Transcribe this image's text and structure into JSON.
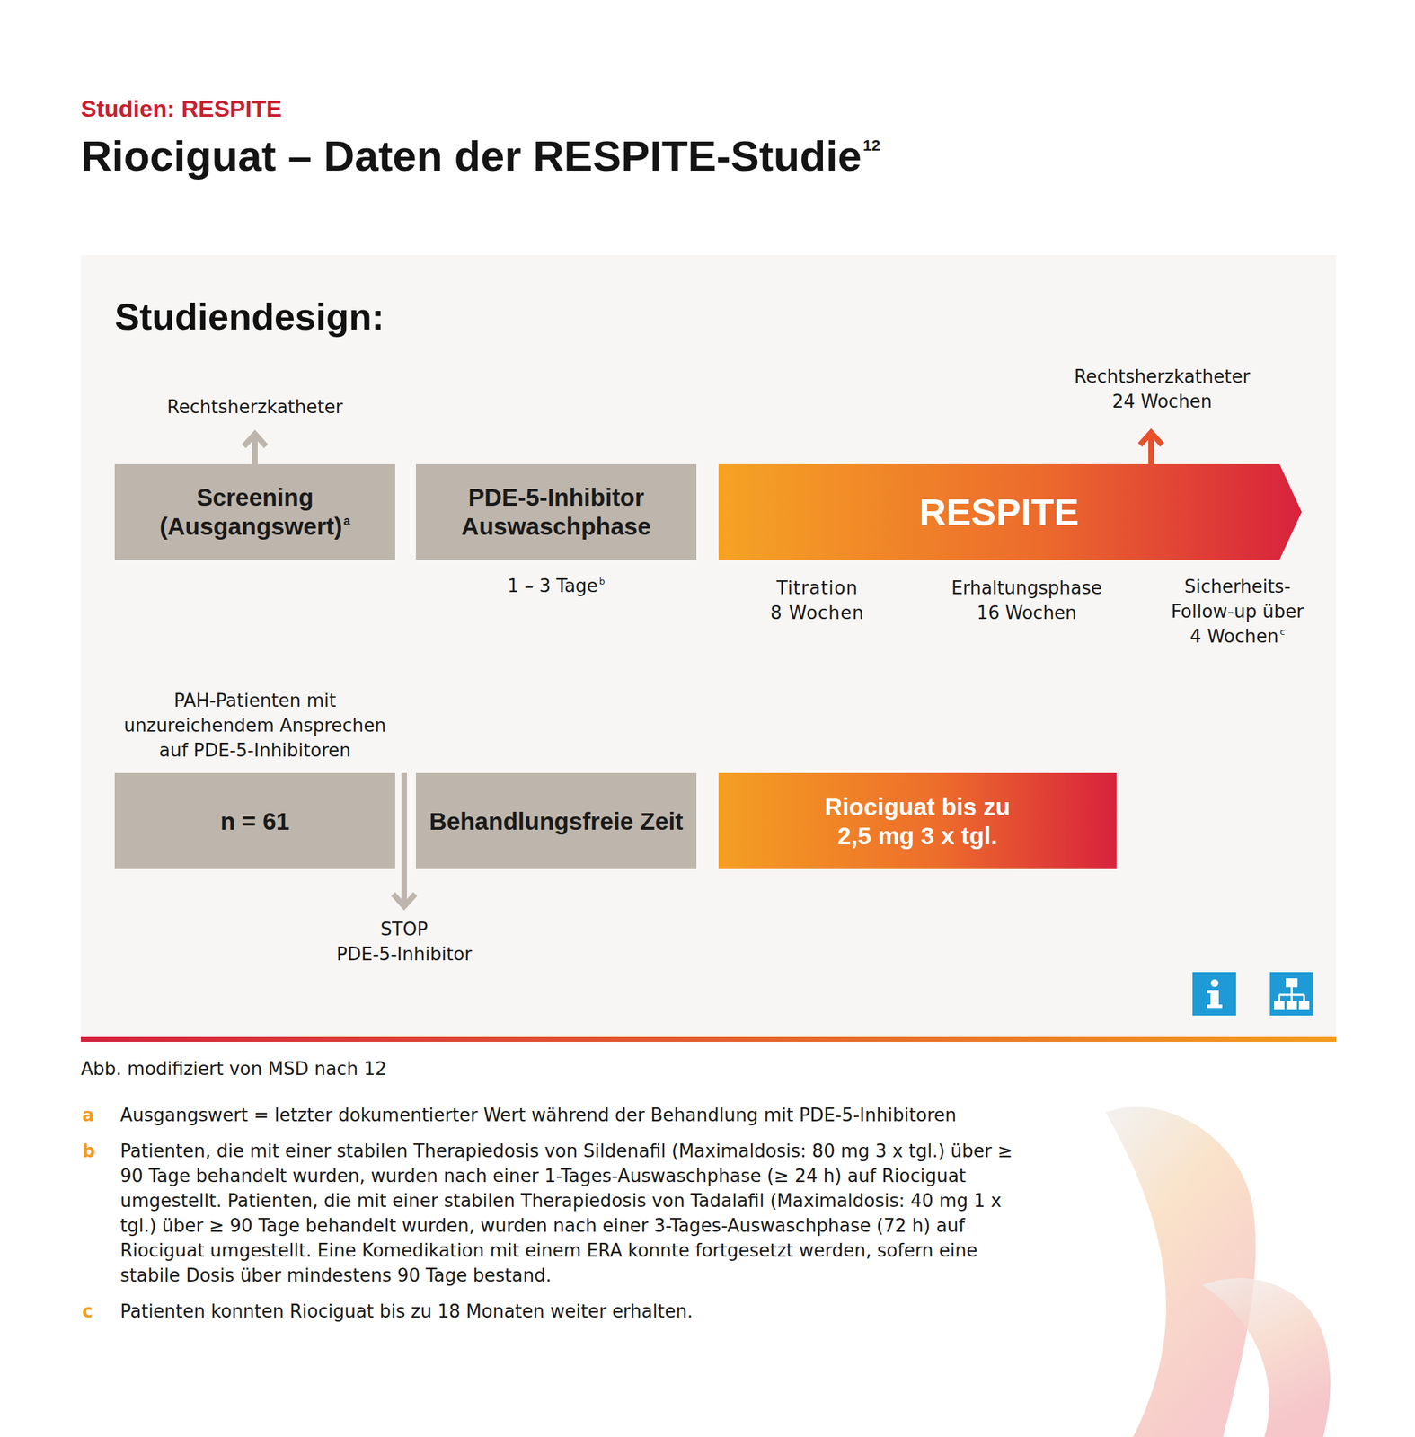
{
  "diagram": {
    "title": "Riociguat – Daten der RESPITE-Studie",
    "caption": "Abb. modifiziert von MSD nach 12",
    "nodes": [
      {
        "text": [
          "Studiendesign:"
        ]
      },
      {
        "text": [
          "Screening (Ausgangswert)",
          "a"
        ],
        "in": 0
      },
      {
        "text": [
          "PDE-5-Inhibitor Auswaschphase"
        ],
        "in": 0
      },
      {
        "text": [
          "RESPITE"
        ],
        "in": 0
      },
      {
        "text": [
          "n = 61"
        ],
        "in": 0
      },
      {
        "text": [
          "Behandlungsfreie Zeit"
        ],
        "in": 0
      },
      {
        "text": [
          "Riociguat bis zu 2,5 mg 3 x tgl."
        ],
        "in": 0
      }
    ],
    "labels": [
      "Studien: RESPITE",
      "12",
      "Rechtsherzkatheter 24 Wochen",
      "Rechtsherzkatheter",
      "1 – 3 Tage",
      "b",
      "Titration 8 Wochen",
      "Erhaltungsphase 16 Wochen",
      "Sicherheits- Follow-up über 4 Wochen",
      "c",
      "PAH-Patienten mit unzureichendem Ansprechen auf PDE-5-Inhibitoren",
      "STOP PDE-5-Inhibitor",
      "a",
      "Ausgangswert = letzter dokumentierter Wert während der Behandlung mit PDE-5-Inhibitoren",
      "b",
      "Patienten, die mit einer stabilen Therapiedosis von Sildenafil (Maximaldosis: 80 mg 3 x tgl.) über ≥ 90 Tage behandelt wurden, wurden nach einer 1-Tages-Auswaschphase (≥ 24 h) auf Riociguat umgestellt. Patienten, die mit einer stabilen Therapiedosis von Tadalafil (Maximaldosis: 40 mg 1 x tgl.) über ≥ 90 Tage behandelt wurden, wurden nach einer 3-Tages-Auswaschphase (72 h) auf Riociguat umgestellt. Eine Komedikation mit einem ERA konnte fortgesetzt werden, sofern eine stabile Dosis über mindestens 90 Tage bestand.",
      "c",
      "Patienten konnten Riociguat bis zu 18 Monaten weiter erhalten."
    ]
  }
}
